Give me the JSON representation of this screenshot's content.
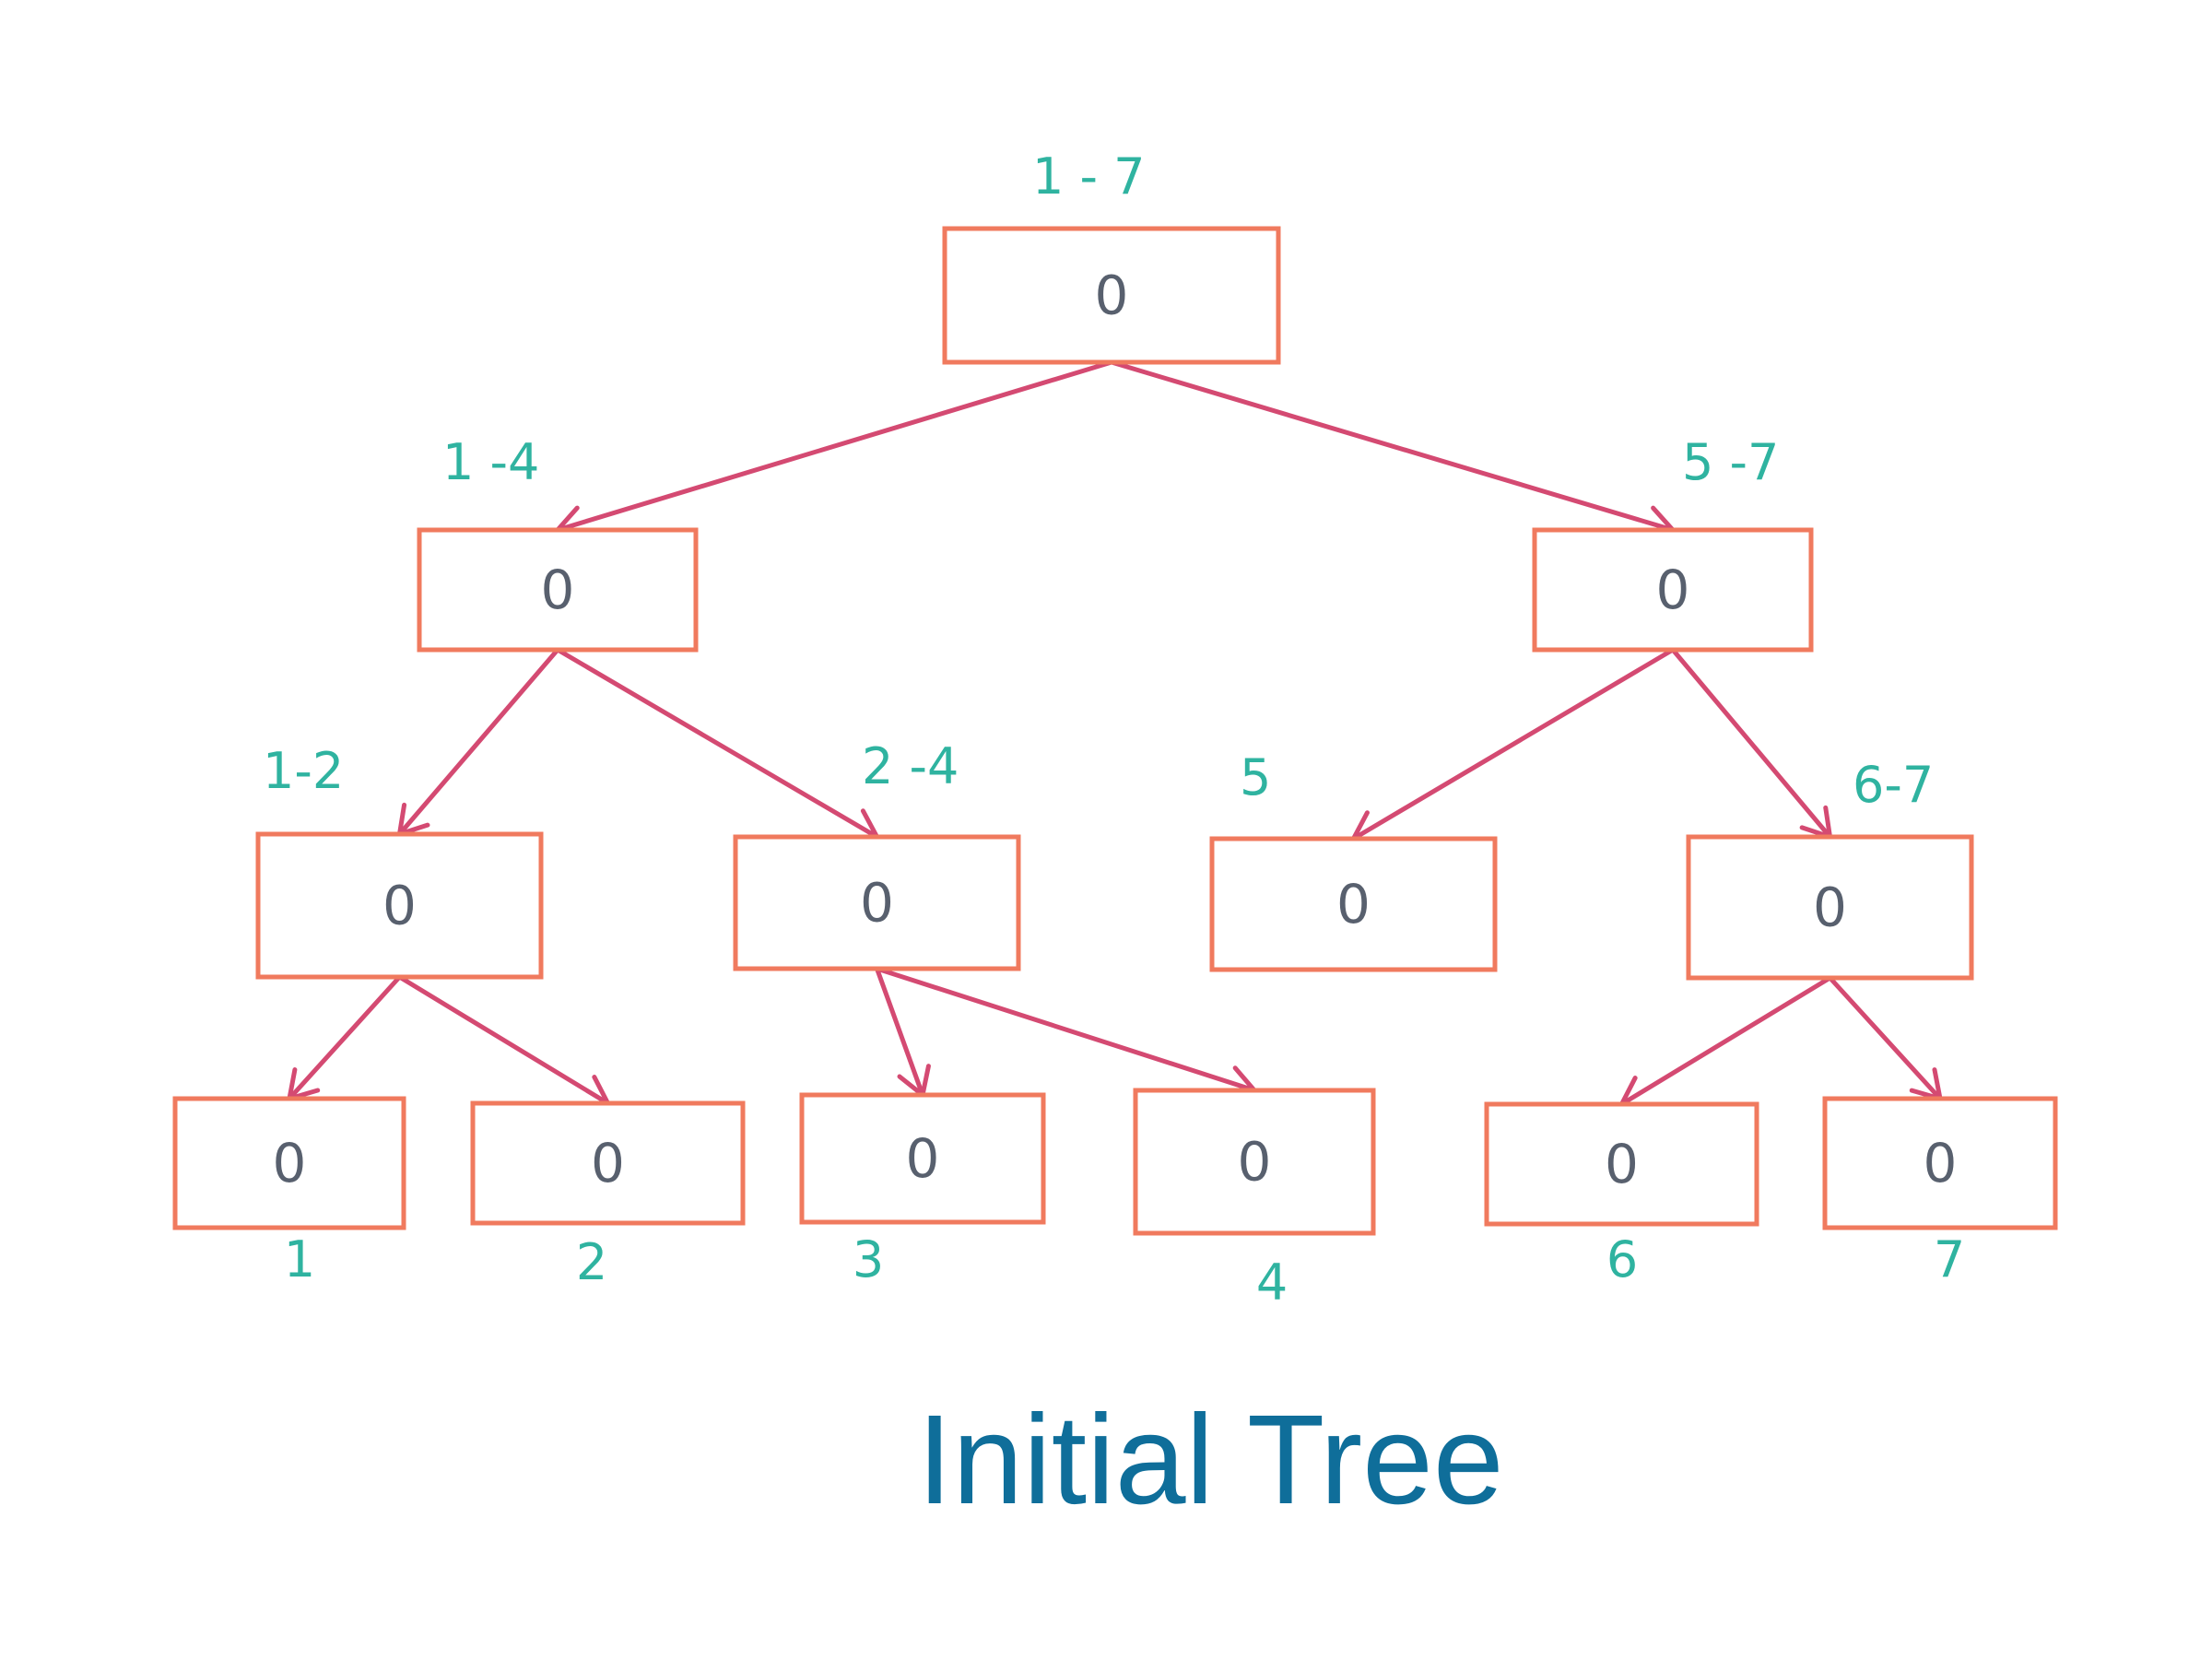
{
  "caption": "Initial Tree",
  "colors": {
    "box": "#f07a5e",
    "edge": "#d44a72",
    "label": "#2fb3a0",
    "value": "#58606e",
    "caption": "#0f6e9a"
  },
  "nodes": [
    {
      "id": "root",
      "value": "0",
      "range": "1 - 7"
    },
    {
      "id": "n-1-4",
      "value": "0",
      "range": "1 -4"
    },
    {
      "id": "n-5-7",
      "value": "0",
      "range": "5 -7"
    },
    {
      "id": "n-1-2",
      "value": "0",
      "range": "1-2"
    },
    {
      "id": "n-2-4",
      "value": "0",
      "range": "2 -4"
    },
    {
      "id": "n-5",
      "value": "0",
      "range": "5"
    },
    {
      "id": "n-6-7",
      "value": "0",
      "range": "6-7"
    },
    {
      "id": "leaf-1",
      "value": "0",
      "range": "1"
    },
    {
      "id": "leaf-2",
      "value": "0",
      "range": "2"
    },
    {
      "id": "leaf-3",
      "value": "0",
      "range": "3"
    },
    {
      "id": "leaf-4",
      "value": "0",
      "range": "4"
    },
    {
      "id": "leaf-6",
      "value": "0",
      "range": "6"
    },
    {
      "id": "leaf-7",
      "value": "0",
      "range": "7"
    }
  ],
  "edges": [
    {
      "from": "root",
      "to": "n-1-4"
    },
    {
      "from": "root",
      "to": "n-5-7"
    },
    {
      "from": "n-1-4",
      "to": "n-1-2"
    },
    {
      "from": "n-1-4",
      "to": "n-2-4"
    },
    {
      "from": "n-5-7",
      "to": "n-5"
    },
    {
      "from": "n-5-7",
      "to": "n-6-7"
    },
    {
      "from": "n-1-2",
      "to": "leaf-1"
    },
    {
      "from": "n-1-2",
      "to": "leaf-2"
    },
    {
      "from": "n-2-4",
      "to": "leaf-3"
    },
    {
      "from": "n-2-4",
      "to": "leaf-4"
    },
    {
      "from": "n-6-7",
      "to": "leaf-6"
    },
    {
      "from": "n-6-7",
      "to": "leaf-7"
    }
  ]
}
